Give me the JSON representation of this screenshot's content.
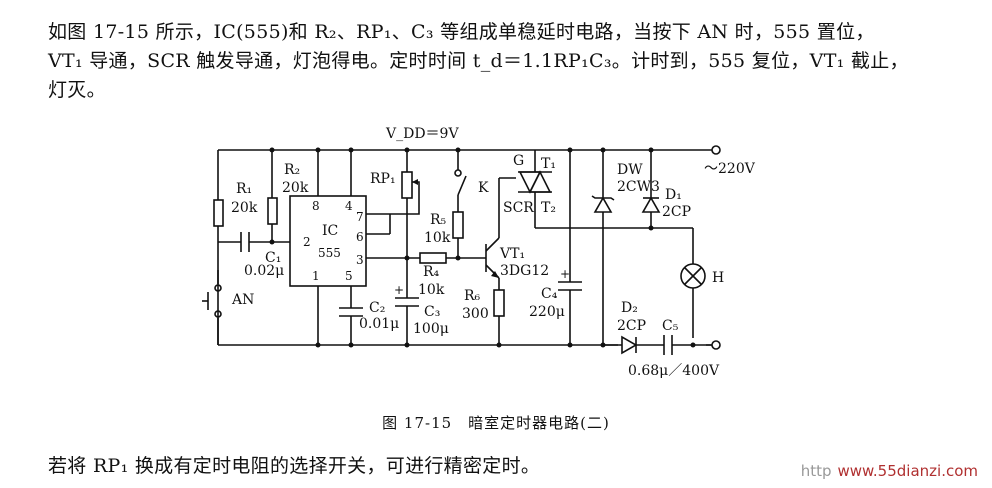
{
  "text": {
    "para_top_1": "如图 17-15 所示，IC(555)和 R₂、RP₁、C₃ 等组成单稳延时电路，当按下 AN 时，555 置位，",
    "para_top_2": "VT₁ 导通，SCR 触发导通，灯泡得电。定时时间 t_d＝1.1RP₁C₃。计时到，555 复位，VT₁ 截止，",
    "para_top_3": "灯灭。",
    "caption": "图 17-15　暗室定时器电路(二)",
    "para_bottom": "若将 RP₁ 换成有定时电阻的选择开关，可进行精密定时。",
    "watermark_prefix": "http",
    "watermark": "www.55dianzi.com"
  },
  "circuit": {
    "vdd": "V_DD＝9V",
    "ac": "～220V",
    "r1_name": "R₁",
    "r1_val": "20k",
    "r2_name": "R₂",
    "r2_val": "20k",
    "rp1_name": "RP₁",
    "ic_name": "IC",
    "ic_type": "555",
    "pin8": "8",
    "pin4": "4",
    "pin7": "7",
    "pin6": "6",
    "pin2": "2",
    "pin3": "3",
    "pin1": "1",
    "pin5": "5",
    "c1_name": "C₁",
    "c1_val": "0.02μ",
    "an": "AN",
    "c2_name": "C₂",
    "c2_val": "0.01μ",
    "c3_name": "C₃",
    "c3_val": "100μ",
    "r4_name": "R₄",
    "r4_val": "10k",
    "k": "K",
    "r5_name": "R₅",
    "r5_val": "10k",
    "vt1_name": "VT₁",
    "vt1_type": "3DG12",
    "r6_name": "R₆",
    "r6_val": "300",
    "g": "G",
    "t1": "T₁",
    "t2": "T₂",
    "scr": "SCR",
    "c4_name": "C₄",
    "c4_val": "220μ",
    "dw_name": "DW",
    "dw_type": "2CW3",
    "d1_name": "D₁",
    "d1_type": "2CP",
    "h": "H",
    "d2_name": "D₂",
    "d2_type": "2CP",
    "c5_name": "C₅",
    "c5_val": "0.68μ／400V"
  }
}
